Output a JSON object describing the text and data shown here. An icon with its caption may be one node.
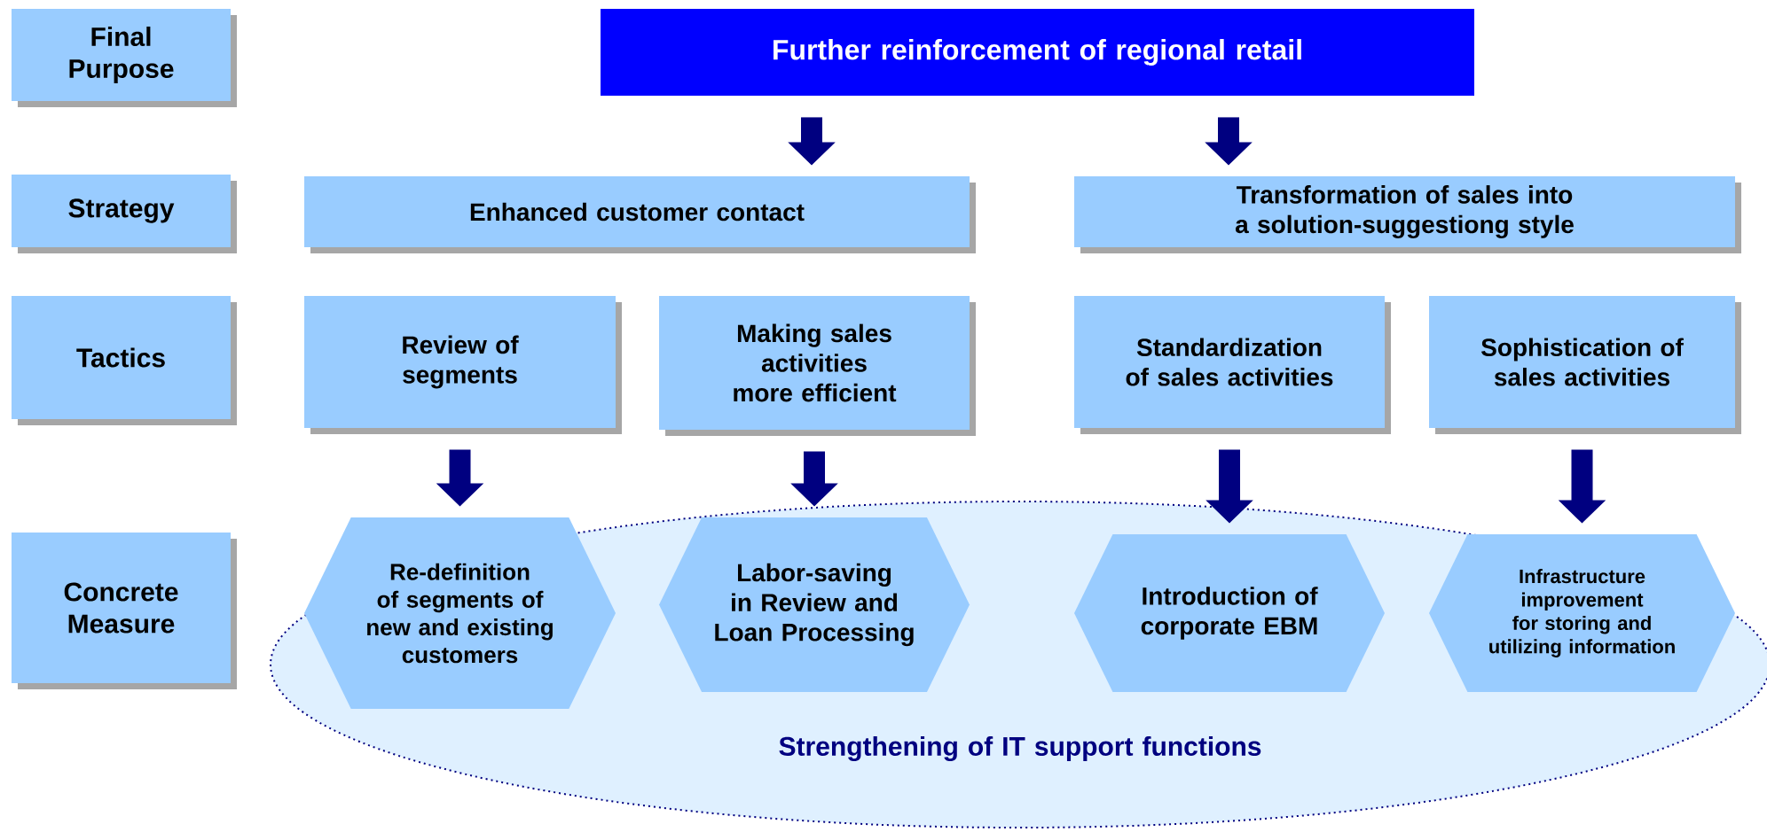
{
  "diagram": {
    "nodes": [
      {
        "text": [
          "Final Purpose"
        ]
      },
      {
        "text": [
          "Strategy"
        ]
      },
      {
        "text": [
          "Tactics"
        ]
      },
      {
        "text": [
          "Concrete Measure"
        ]
      },
      {
        "text": [
          "Further reinforcement of regional retail"
        ]
      },
      {
        "text": [
          "Enhanced customer contact"
        ]
      },
      {
        "text": [
          "Transformation of sales into a solution-suggestiong style"
        ]
      },
      {
        "text": [
          "Review of segments"
        ]
      },
      {
        "text": [
          "Making sales activities more efficient"
        ]
      },
      {
        "text": [
          "Standardization of sales activities"
        ]
      },
      {
        "text": [
          "Sophistication of sales activities"
        ]
      },
      {
        "text": [
          "Strengthening of IT support functions"
        ]
      },
      {
        "text": [
          "Re-definition of segments of new and existing customers"
        ],
        "in": 11
      },
      {
        "text": [
          "Labor-saving in Review and Loan Processing"
        ],
        "in": 11
      },
      {
        "text": [
          "Introduction of corporate EBM"
        ],
        "in": 11
      },
      {
        "text": [
          "Infrastructure improvement for storing and utilizing information"
        ],
        "in": 11
      }
    ],
    "edges": [
      {
        "from": 4,
        "to": 5,
        "arrow": "to"
      },
      {
        "from": 4,
        "to": 6,
        "arrow": "to"
      },
      {
        "from": 7,
        "to": 12,
        "arrow": "to"
      },
      {
        "from": 8,
        "to": 13,
        "arrow": "to"
      },
      {
        "from": 9,
        "to": 14,
        "arrow": "to"
      },
      {
        "from": 10,
        "to": 15,
        "arrow": "to"
      }
    ]
  }
}
